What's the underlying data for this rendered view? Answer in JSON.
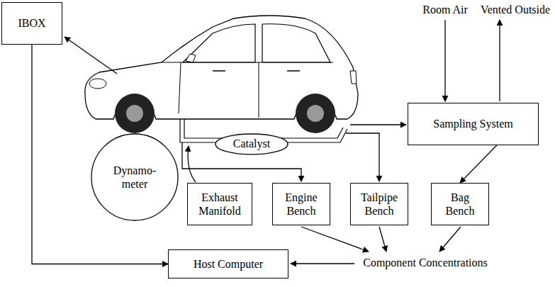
{
  "diagram": {
    "nodes": [
      {
        "text": [
          "IBOX"
        ]
      },
      {
        "text": [
          "Sampling System"
        ]
      },
      {
        "text": [
          "Catalyst"
        ]
      },
      {
        "text": [
          "Dynamo- meter"
        ]
      },
      {
        "text": [
          "Exhaust Manifold"
        ]
      },
      {
        "text": [
          "Engine Bench"
        ]
      },
      {
        "text": [
          "Tailpipe Bench"
        ]
      },
      {
        "text": [
          "Bag Bench"
        ]
      },
      {
        "text": [
          "Host Computer"
        ]
      }
    ],
    "edges": [
      {
        "from": 0,
        "to": 8,
        "arrow": "to"
      },
      {
        "from": 1,
        "to": 7,
        "arrow": "to"
      }
    ],
    "labels": [
      "Room Air",
      "Vented Outside",
      "Component Concentrations"
    ]
  }
}
